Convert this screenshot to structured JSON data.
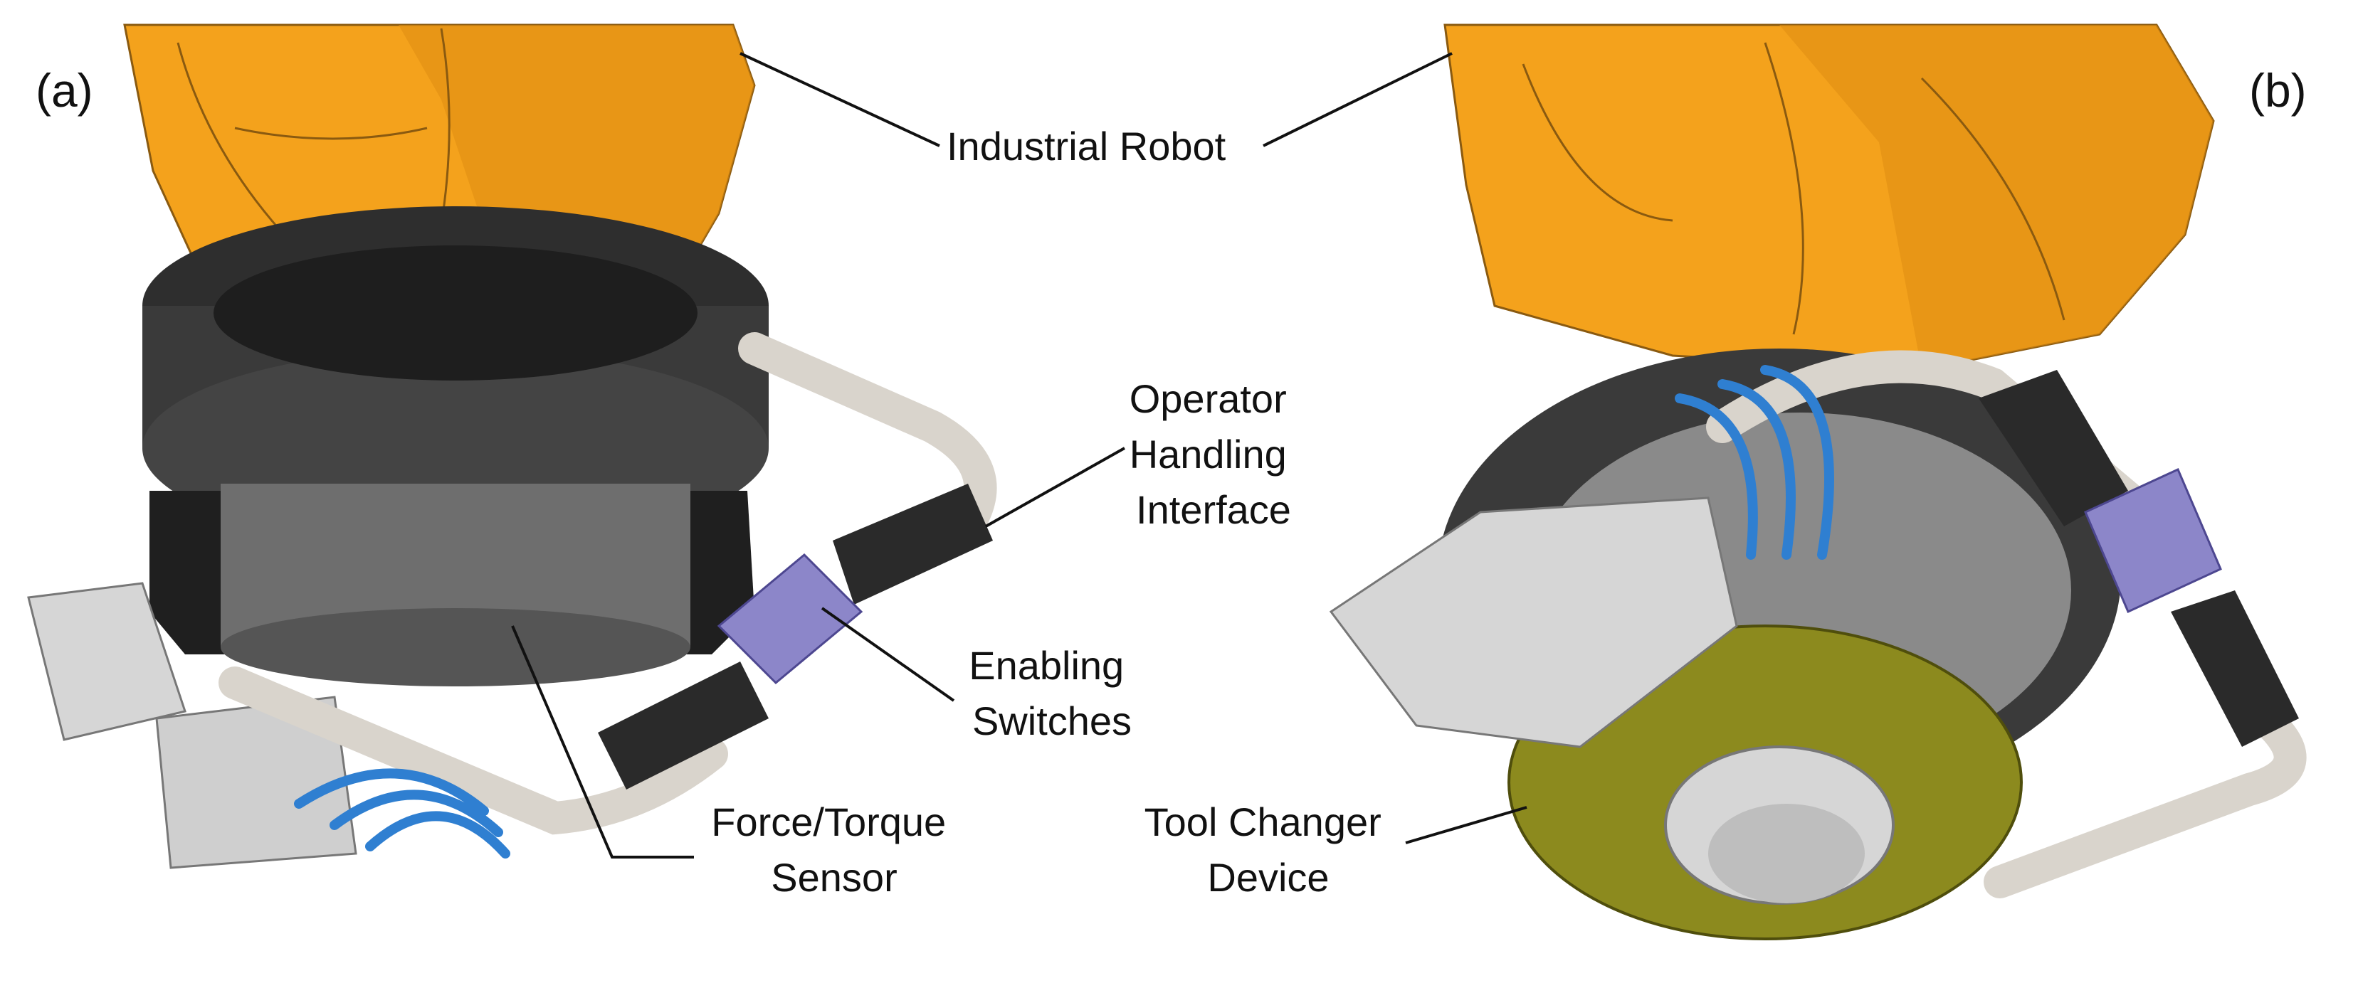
{
  "panels": {
    "a": "(a)",
    "b": "(b)"
  },
  "labels": {
    "industrial_robot": "Industrial Robot",
    "operator_interface": [
      "Operator",
      "Handling",
      "Interface"
    ],
    "enabling_switches": [
      "Enabling",
      "Switches"
    ],
    "force_torque_sensor": [
      "Force/Torque",
      "Sensor"
    ],
    "tool_changer": [
      "Tool Changer",
      "Device"
    ]
  },
  "colors": {
    "robot_orange": "#F4A21C",
    "robot_orange_dark": "#C97A0A",
    "housing_dark": "#3A3A3A",
    "housing_mid": "#5E5E5E",
    "sensor_gray": "#8A8A8A",
    "handle_beige": "#D9D4CC",
    "grip_black": "#2A2A2A",
    "switch_purple": "#8C86C9",
    "tube_blue": "#2F7FD1",
    "changer_olive": "#8C8A1E",
    "aluminium": "#D6D6D6"
  }
}
